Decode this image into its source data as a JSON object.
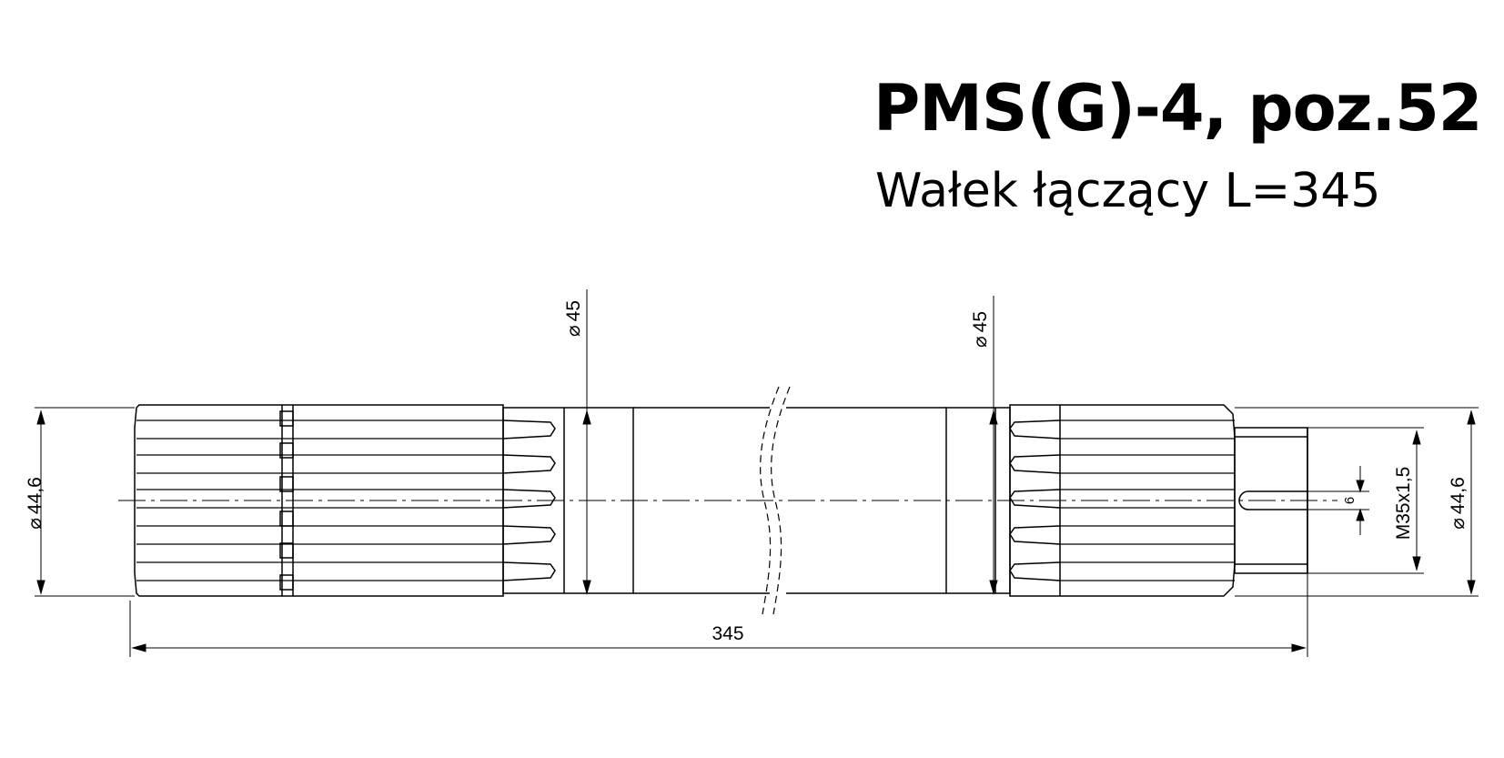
{
  "title": "PMS(G)-4, poz.52",
  "subtitle": "Wałek łączący L=345",
  "dimensions": {
    "left_outer_diameter": "44,6",
    "left_journal_diameter": "45",
    "right_journal_diameter": "45",
    "thread": "M35x1,5",
    "right_outer_diameter": "44,6",
    "slot_width": "6",
    "total_length": "345"
  },
  "symbols": {
    "diameter": "⌀"
  }
}
